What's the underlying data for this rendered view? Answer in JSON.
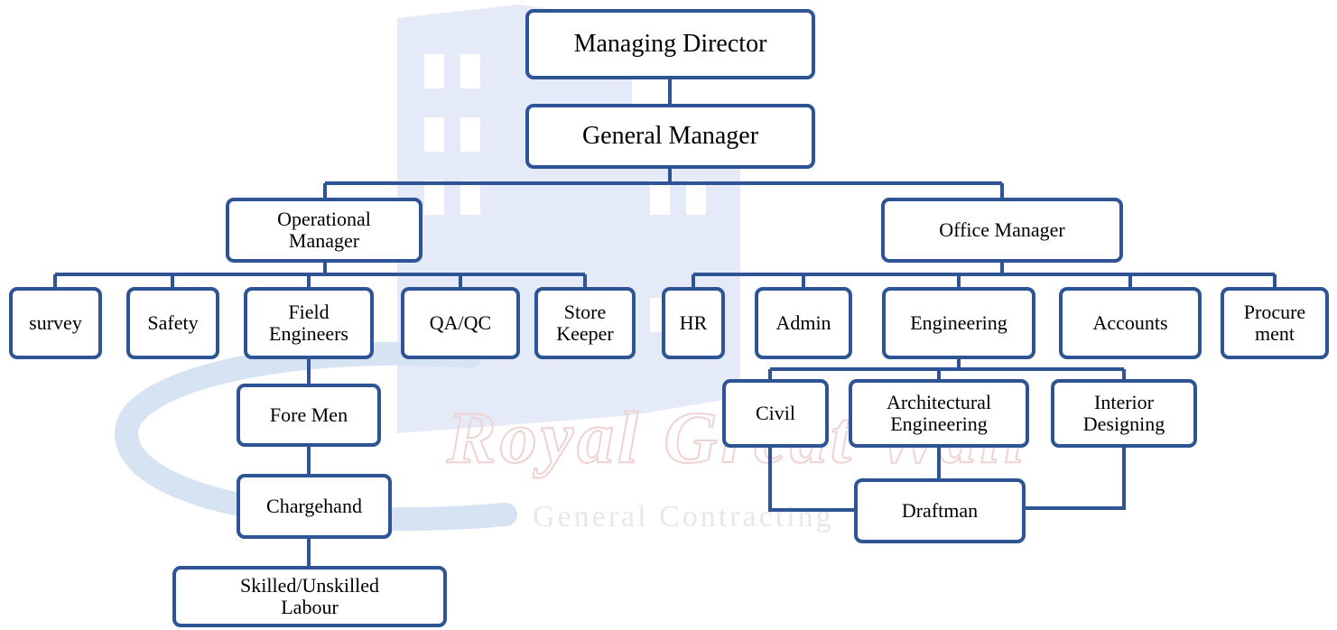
{
  "watermark": {
    "company_name": "Royal Great Wall",
    "company_subtitle": "General Contracting"
  },
  "nodes": {
    "managing_director": "Managing Director",
    "general_manager": "General Manager",
    "operational_manager": "Operational\nManager",
    "office_manager": "Office Manager",
    "survey": "survey",
    "safety": "Safety",
    "field_engineers": "Field\nEngineers",
    "qa_qc": "QA/QC",
    "store_keeper": "Store\nKeeper",
    "hr": "HR",
    "admin": "Admin",
    "engineering": "Engineering",
    "accounts": "Accounts",
    "procurement": "Procure\nment",
    "fore_men": "Fore Men",
    "chargehand": "Chargehand",
    "skilled_unskilled_labour": "Skilled/Unskilled\nLabour",
    "civil": "Civil",
    "architectural_engineering": "Architectural\nEngineering",
    "interior_designing": "Interior\nDesigning",
    "draftman": "Draftman"
  },
  "colors": {
    "box_border": "#2f5496",
    "connector": "#2f5496",
    "watermark_building": "#e4eaf8",
    "watermark_text": "#f0d2d2"
  }
}
